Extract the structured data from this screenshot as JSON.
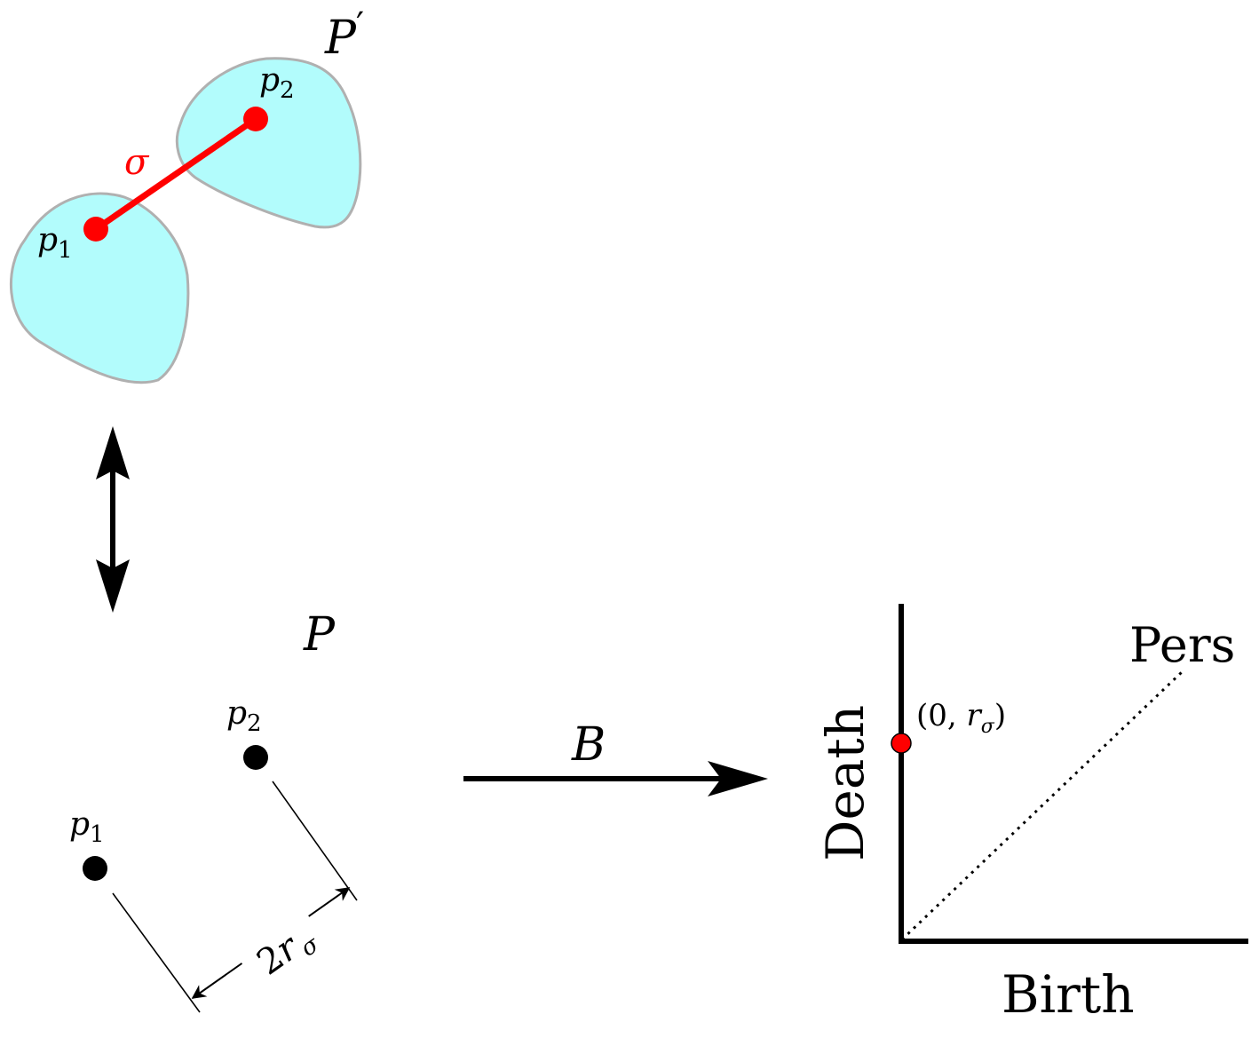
{
  "colors": {
    "blob_fill": "#b2fcfc",
    "blob_stroke": "#b0b0b0",
    "accent": "#ff0000",
    "ink": "#000000"
  },
  "top_panel": {
    "space_label": "P",
    "prime": "′",
    "edge_label": "σ",
    "p1_base": "p",
    "p1_sub": "1",
    "p2_base": "p",
    "p2_sub": "2"
  },
  "bottom_panel": {
    "space_label": "P",
    "p1_base": "p",
    "p1_sub": "1",
    "p2_base": "p",
    "p2_sub": "2",
    "distance_coef": "2",
    "distance_var": "r",
    "distance_sub": "σ"
  },
  "map_label": "B",
  "diagram": {
    "xlabel": "Birth",
    "ylabel": "Death",
    "diagonal_label": "Pers",
    "point_label_open": "(0, ",
    "point_label_var": "r",
    "point_label_sub": "σ",
    "point_label_close": ")"
  }
}
